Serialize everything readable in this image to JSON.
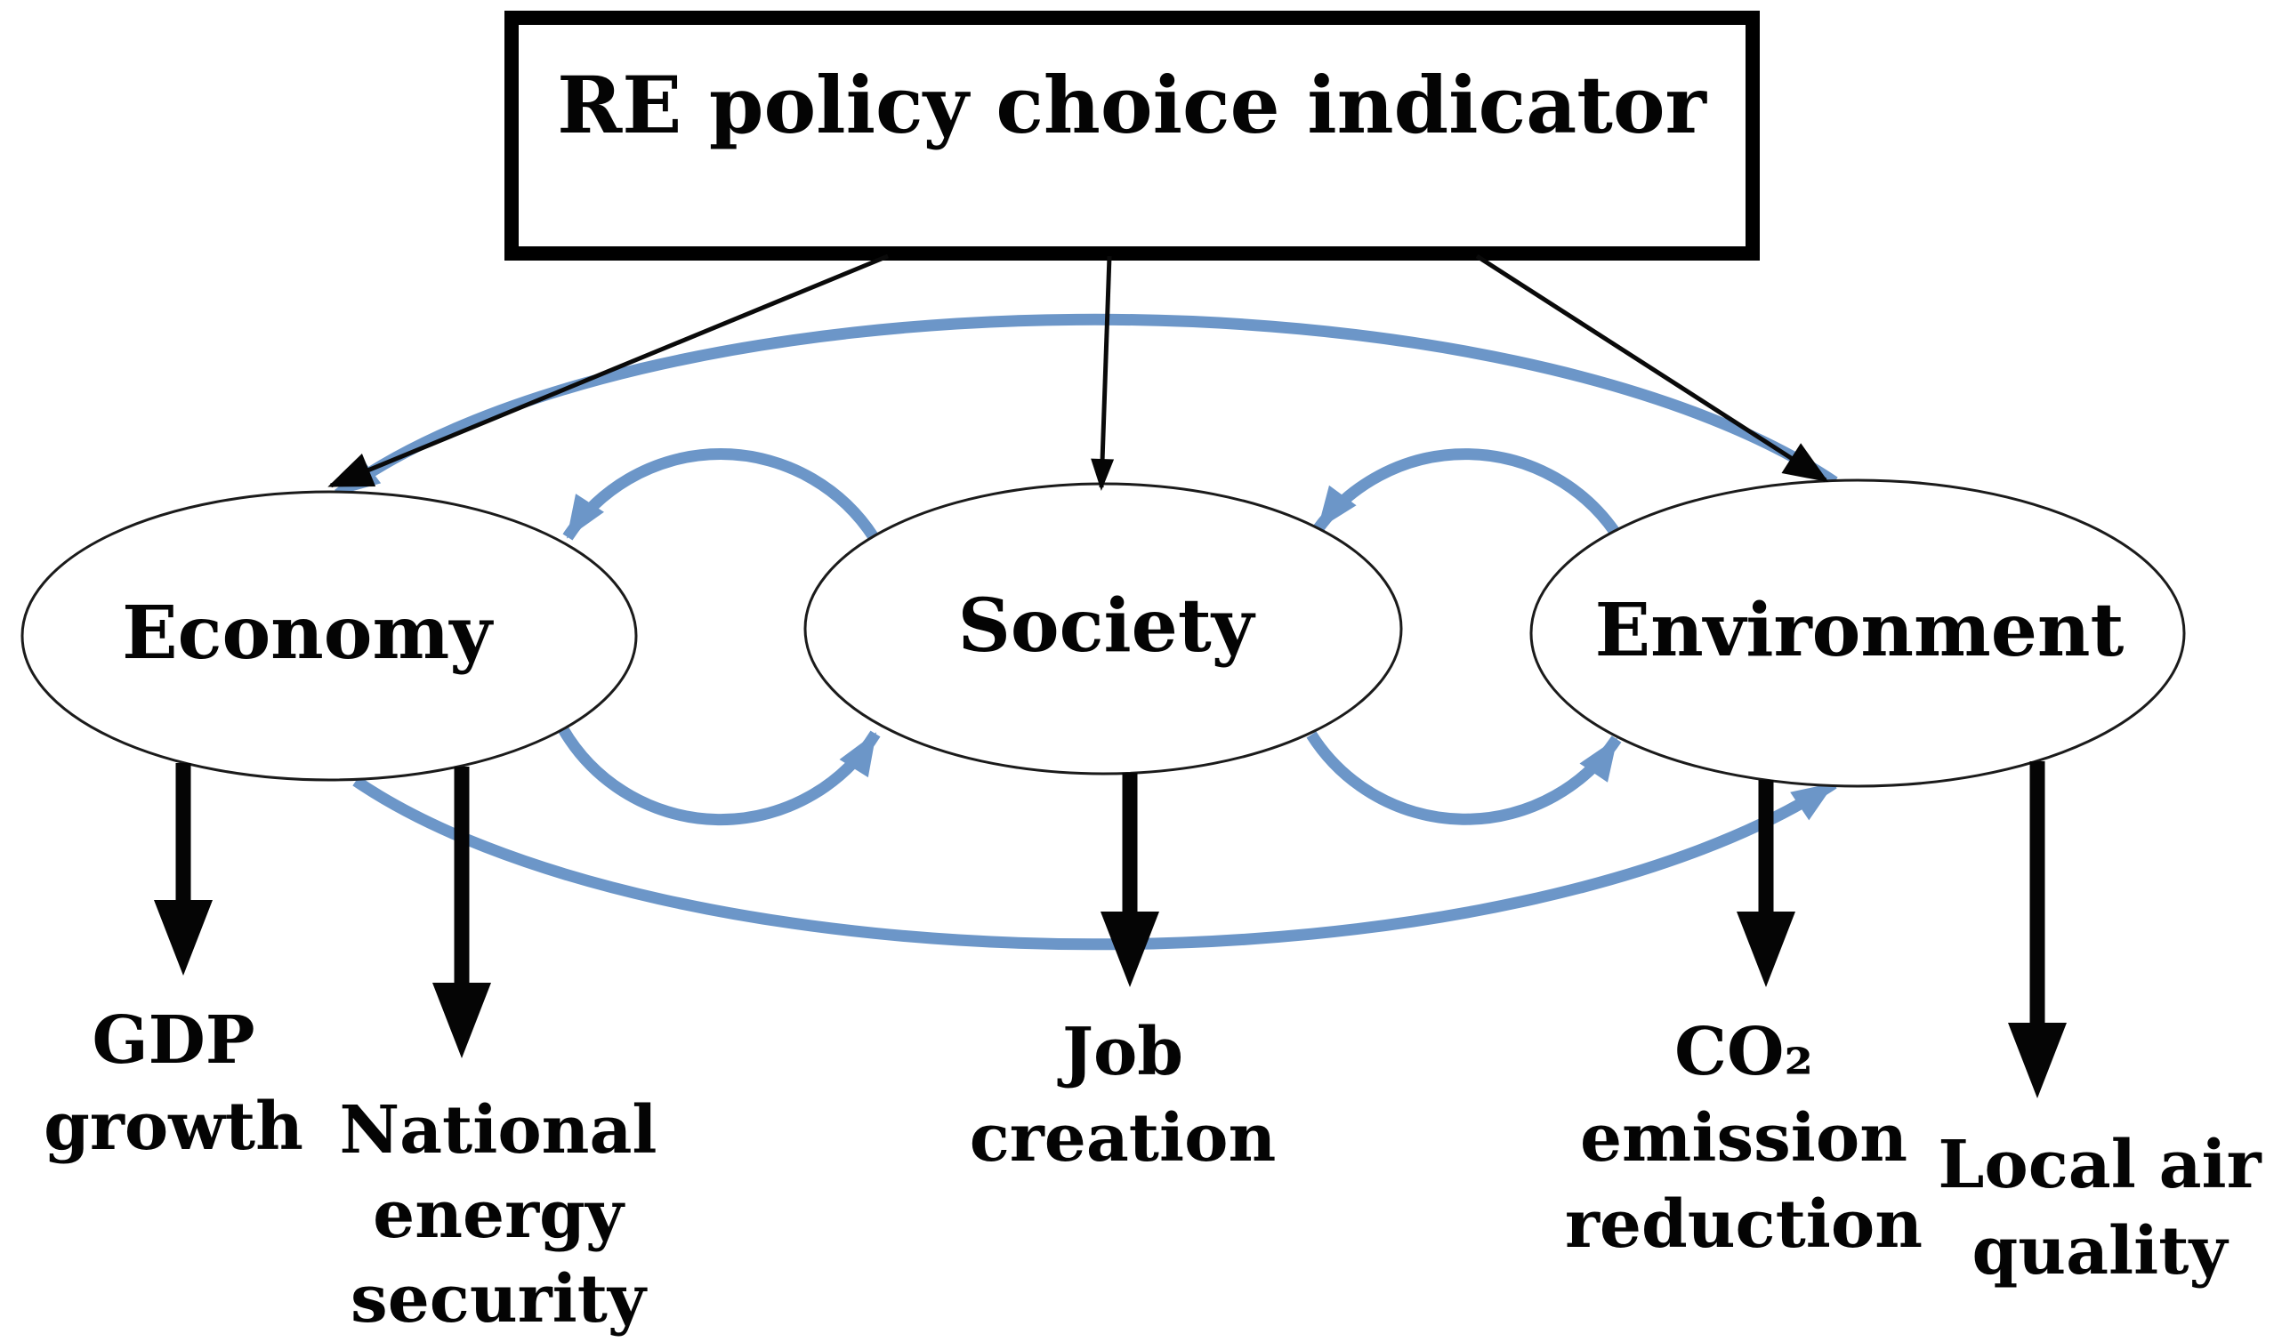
{
  "title": "RE policy choice indicator",
  "nodes": {
    "economy": "Economy",
    "society": "Society",
    "environment": "Environment"
  },
  "outcomes": {
    "gdp": {
      "lines": [
        "GDP",
        "growth"
      ]
    },
    "energy": {
      "lines": [
        "National",
        "energy",
        "security"
      ]
    },
    "job": {
      "lines": [
        "Job",
        "creation"
      ]
    },
    "co2": {
      "lines": [
        "CO₂",
        "emission",
        "reduction"
      ]
    },
    "air": {
      "lines": [
        "Local air",
        "quality"
      ]
    }
  },
  "colors": {
    "cycle_blue": "#6c96c8",
    "ink": "#000000"
  }
}
